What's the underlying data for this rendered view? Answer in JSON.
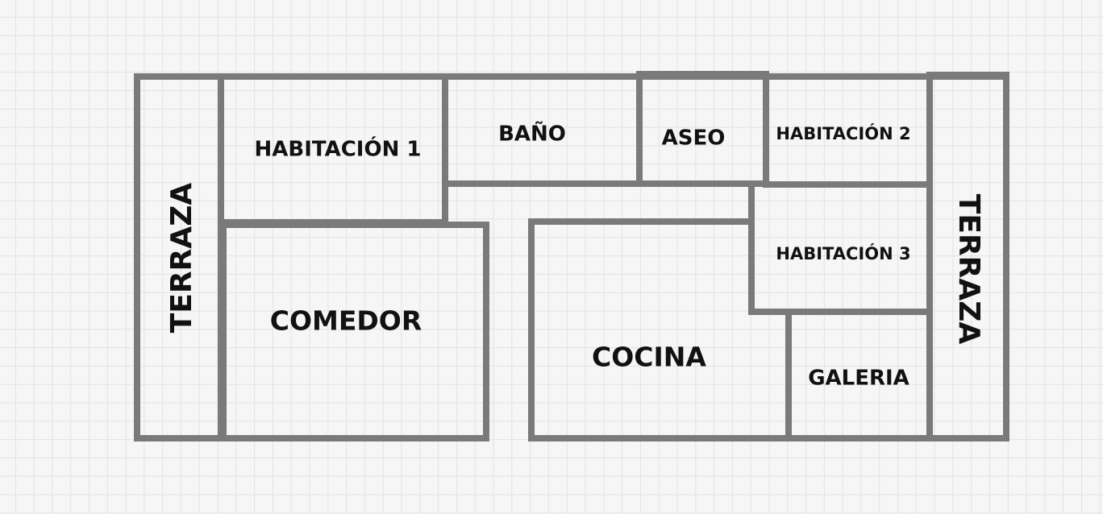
{
  "floorplan": {
    "wall_color": "#7a7a7a",
    "text_color": "#111111",
    "rooms": {
      "terraza_left": "TERRAZA",
      "habitacion_1": "HABITACIÓN 1",
      "bano": "BAÑO",
      "aseo": "ASEO",
      "habitacion_2": "HABITACIÓN 2",
      "habitacion_3": "HABITACIÓN 3",
      "comedor": "COMEDOR",
      "cocina": "COCINA",
      "galeria": "GALERIA",
      "terraza_right": "TERRAZA"
    }
  }
}
